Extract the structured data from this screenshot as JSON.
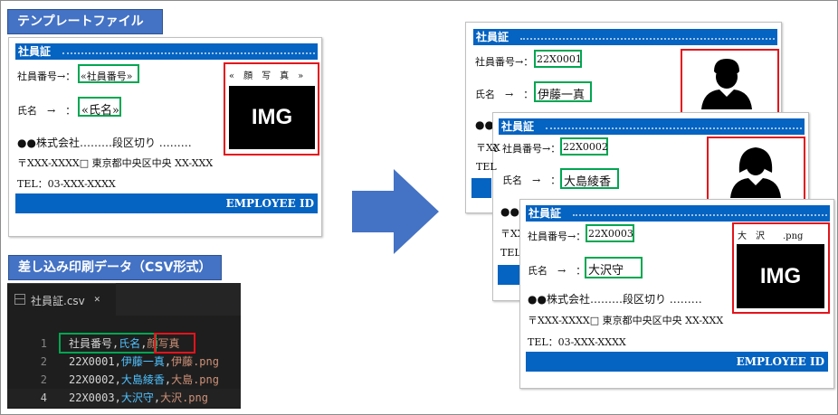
{
  "template_section": {
    "title": "テンプレートファイル"
  },
  "csv_section": {
    "title": "差し込み印刷データ（CSV形式）"
  },
  "template_card": {
    "header": "社員証",
    "emp_no_label": "社員番号→：",
    "emp_no_field": "«社員番号»",
    "name_label": "氏名　→　：",
    "name_field": "«氏名»",
    "photo_field": "«　顔　写　真　»",
    "photo_placeholder": "IMG",
    "company": "●●株式会社………段区切り ………",
    "address": "〒XXX-XXXX□ 東京都中央区中央 XX-XXX",
    "tel": "TEL：03-XXX-XXXX",
    "footer": "EMPLOYEE  ID"
  },
  "csv_editor": {
    "tab_title": "社員証.csv",
    "tab_close": "✕",
    "rows": [
      {
        "line": "1",
        "emp_no": "社員番号",
        "name": "氏名",
        "photo": "顔写真"
      },
      {
        "line": "2",
        "emp_no": "22X0001",
        "name": "伊藤一真",
        "photo": "伊藤.png"
      },
      {
        "line": "2",
        "emp_no": "22X0002",
        "name": "大島綾香",
        "photo": "大島.png"
      },
      {
        "line": "4",
        "emp_no": "22X0003",
        "name": "大沢守",
        "photo": "大沢.png"
      }
    ]
  },
  "arrow": {
    "icon": "arrow-right-icon",
    "color": "#4472c4"
  },
  "output_cards": [
    {
      "header": "社員証",
      "emp_no_label": "社員番号→：",
      "emp_no": "22X0001",
      "name_label": "氏名　→　：",
      "name": "伊藤一真",
      "photo_icon": "person-male-icon",
      "company": "●●",
      "address": "〒XX",
      "tel": "TEL"
    },
    {
      "header": "社員証",
      "emp_no_label": "社員番号→：",
      "emp_no": "22X0002",
      "name_label": "氏名　→　：",
      "name": "大島綾香",
      "photo_icon": "person-female-icon",
      "company": "●●",
      "address": "〒XX",
      "tel": "TEL"
    },
    {
      "header": "社員証",
      "emp_no_label": "社員番号→：",
      "emp_no": "22X0003",
      "name_label": "氏名　→　：",
      "name": "大沢守",
      "photo_caption": "大　沢　　.png",
      "photo_placeholder": "IMG",
      "company": "●●株式会社………段区切り ………",
      "address": "〒XXX-XXXX□ 東京都中央区中央 XX-XXX",
      "tel": "TEL：03-XXX-XXXX",
      "footer": "EMPLOYEE  ID"
    }
  ],
  "colors": {
    "accent": "#4472c4",
    "card_header": "#0563c1",
    "field_border": "#00a651",
    "photo_border": "#e3131b",
    "editor_bg": "#1e1e1e"
  }
}
